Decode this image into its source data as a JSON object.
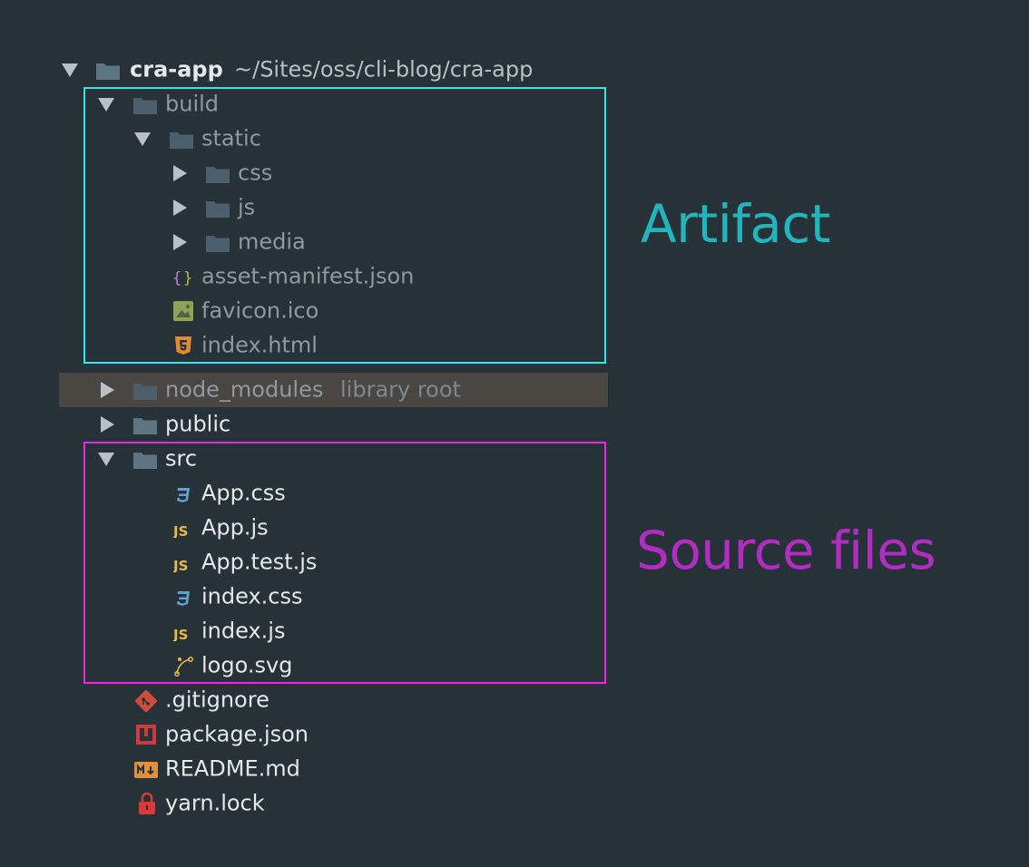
{
  "tree": {
    "root": {
      "name": "cra-app",
      "path": "~/Sites/oss/cli-blog/cra-app"
    },
    "build": "build",
    "static": "static",
    "css": "css",
    "js": "js",
    "media": "media",
    "asset_manifest": "asset-manifest.json",
    "favicon": "favicon.ico",
    "index_html": "index.html",
    "node_modules": {
      "name": "node_modules",
      "hint": "library root"
    },
    "public": "public",
    "src": "src",
    "app_css": "App.css",
    "app_js": "App.js",
    "app_test_js": "App.test.js",
    "index_css": "index.css",
    "index_js": "index.js",
    "logo_svg": "logo.svg",
    "gitignore": ".gitignore",
    "package_json": "package.json",
    "readme": "README.md",
    "yarn_lock": "yarn.lock"
  },
  "annotations": {
    "artifact": "Artifact",
    "source_files": "Source files"
  },
  "colors": {
    "background": "#263238",
    "folder": "#5d7483",
    "artifact_box": "#2ee8ea",
    "source_box": "#f024e3",
    "artifact_text": "#22b5bc",
    "source_text": "#b12cc0",
    "selection": "#4a4742"
  }
}
